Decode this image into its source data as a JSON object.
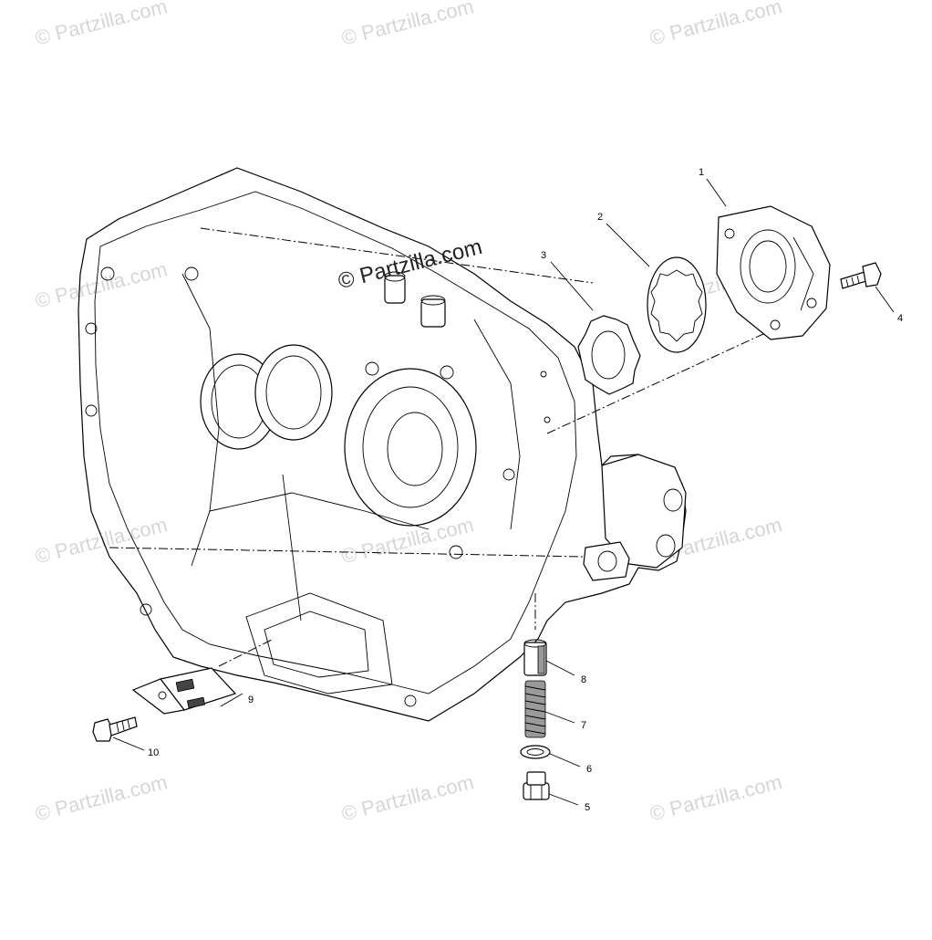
{
  "watermark": {
    "main": "© Partzilla.com",
    "repeat": "© Partzilla.com"
  },
  "callouts": [
    {
      "id": "1",
      "label": "1"
    },
    {
      "id": "2",
      "label": "2"
    },
    {
      "id": "3",
      "label": "3"
    },
    {
      "id": "4",
      "label": "4"
    },
    {
      "id": "5",
      "label": "5"
    },
    {
      "id": "6",
      "label": "6"
    },
    {
      "id": "7",
      "label": "7"
    },
    {
      "id": "8",
      "label": "8"
    },
    {
      "id": "9",
      "label": "9"
    },
    {
      "id": "10",
      "label": "10"
    }
  ],
  "colors": {
    "line": "#000000",
    "watermark": "#d6d6d6",
    "shade": "#9a9a9a"
  }
}
